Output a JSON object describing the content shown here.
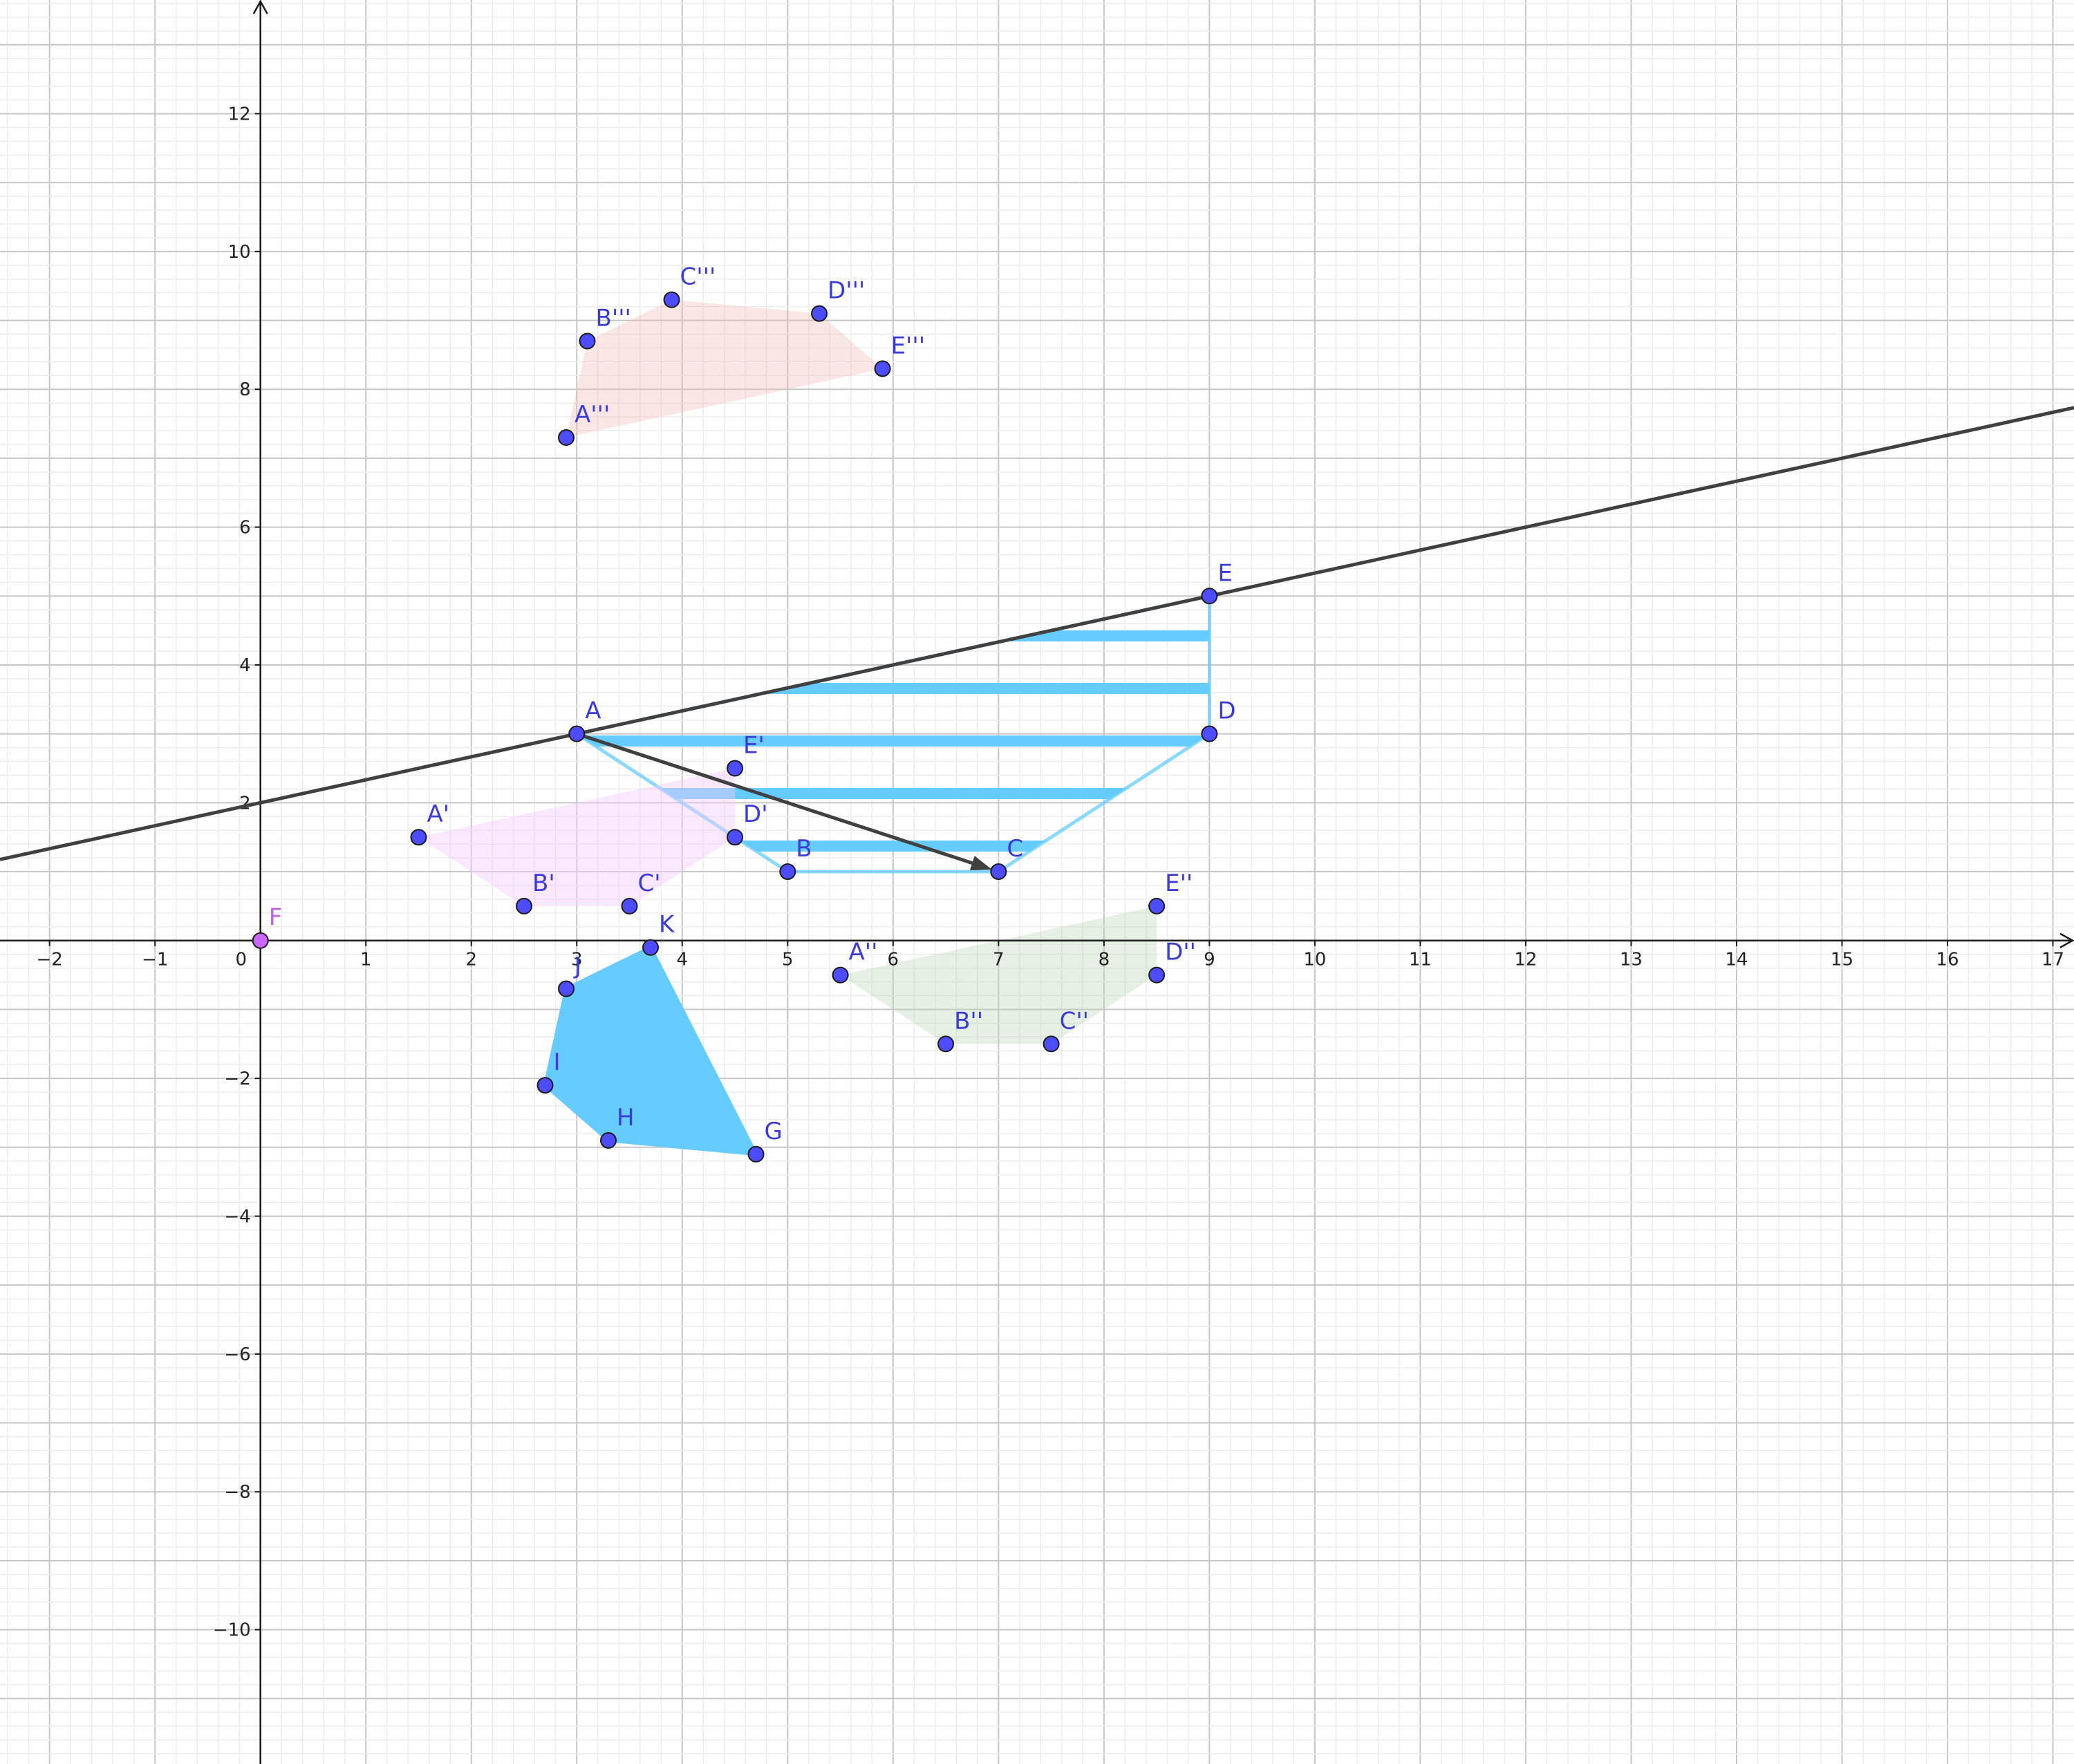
{
  "view": {
    "x_range": [
      -2.47,
      17.2
    ],
    "y_range": [
      -11.95,
      13.65
    ],
    "major_step": 1,
    "minor_step": 0.2,
    "axis_labels_every": 2,
    "x_tick_labels": [
      "−2",
      "−1",
      "0",
      "1",
      "2",
      "3",
      "4",
      "5",
      "6",
      "7",
      "8",
      "9",
      "10",
      "11",
      "12",
      "13",
      "14",
      "15",
      "16",
      "17"
    ],
    "y_tick_labels": [
      "12",
      "10",
      "8",
      "6",
      "4",
      "2",
      "−2",
      "−4",
      "−6",
      "−8",
      "−10"
    ],
    "grid": true,
    "colors": {
      "background": "#ffffff",
      "minor_grid": "#ececec",
      "major_grid": "#c6c6c6",
      "axis": "#1a1a1a",
      "line": "#404040",
      "point_fill": "#4d4dff",
      "point_stroke": "#1a1a1a",
      "point_label": "#3b3bd6",
      "special_point_fill": "#cc66ff",
      "special_point_label": "#bb66dd"
    }
  },
  "points": [
    {
      "name": "A",
      "label": "A",
      "x": 3,
      "y": 3
    },
    {
      "name": "B",
      "label": "B",
      "x": 5,
      "y": 1
    },
    {
      "name": "C",
      "label": "C",
      "x": 7,
      "y": 1
    },
    {
      "name": "D",
      "label": "D",
      "x": 9,
      "y": 3
    },
    {
      "name": "E",
      "label": "E",
      "x": 9,
      "y": 5
    },
    {
      "name": "A'",
      "label": "A'",
      "x": 1.5,
      "y": 1.5
    },
    {
      "name": "B'",
      "label": "B'",
      "x": 2.5,
      "y": 0.5
    },
    {
      "name": "C'",
      "label": "C'",
      "x": 3.5,
      "y": 0.5
    },
    {
      "name": "D'",
      "label": "D'",
      "x": 4.5,
      "y": 1.5
    },
    {
      "name": "E'",
      "label": "E'",
      "x": 4.5,
      "y": 2.5
    },
    {
      "name": "A''",
      "label": "A''",
      "x": 5.5,
      "y": -0.5
    },
    {
      "name": "B''",
      "label": "B''",
      "x": 6.5,
      "y": -1.5
    },
    {
      "name": "C''",
      "label": "C''",
      "x": 7.5,
      "y": -1.5
    },
    {
      "name": "D''",
      "label": "D''",
      "x": 8.5,
      "y": -0.5
    },
    {
      "name": "E''",
      "label": "E''",
      "x": 8.5,
      "y": 0.5
    },
    {
      "name": "A'''",
      "label": "A'''",
      "x": 2.9,
      "y": 7.3
    },
    {
      "name": "B'''",
      "label": "B'''",
      "x": 3.1,
      "y": 8.7
    },
    {
      "name": "C'''",
      "label": "C'''",
      "x": 3.9,
      "y": 9.3
    },
    {
      "name": "D'''",
      "label": "D'''",
      "x": 5.3,
      "y": 9.1
    },
    {
      "name": "E'''",
      "label": "E'''",
      "x": 5.9,
      "y": 8.3
    },
    {
      "name": "F",
      "label": "F",
      "x": 0,
      "y": 0
    },
    {
      "name": "G",
      "label": "G",
      "x": 4.7,
      "y": -3.1
    },
    {
      "name": "H",
      "label": "H",
      "x": 3.3,
      "y": -2.9
    },
    {
      "name": "I",
      "label": "I",
      "x": 2.7,
      "y": -2.1
    },
    {
      "name": "J",
      "label": "J",
      "x": 2.9,
      "y": -0.7
    },
    {
      "name": "K",
      "label": "K",
      "x": 3.7,
      "y": -0.1
    }
  ],
  "polygons": [
    {
      "name": "ABCDE",
      "vertices": [
        "A",
        "B",
        "C",
        "D",
        "E"
      ],
      "fill": "#66ccff",
      "fill_opacity": 1,
      "stroke": "#66ccff",
      "stroke_opacity": 0.75,
      "hatch": "horizontal"
    },
    {
      "name": "A'B'C'D'E'",
      "vertices": [
        "A'",
        "B'",
        "C'",
        "D'",
        "E'"
      ],
      "fill": "#f2ccff",
      "fill_opacity": 0.45,
      "stroke": "none",
      "stroke_opacity": 0
    },
    {
      "name": "A''B''C''D''E''",
      "vertices": [
        "A''",
        "B''",
        "C''",
        "D''",
        "E''"
      ],
      "fill": "#b7d3b3",
      "fill_opacity": 0.35,
      "stroke": "none",
      "stroke_opacity": 0
    },
    {
      "name": "A'''B'''C'''D'''E'''",
      "vertices": [
        "A'''",
        "B'''",
        "C'''",
        "D'''",
        "E'''"
      ],
      "fill": "#f4b7b7",
      "fill_opacity": 0.35,
      "stroke": "none",
      "stroke_opacity": 0
    },
    {
      "name": "GHIJK",
      "vertices": [
        "G",
        "H",
        "I",
        "J",
        "K"
      ],
      "fill": "#66ccff",
      "fill_opacity": 1,
      "stroke": "#66ccff",
      "stroke_opacity": 1
    }
  ],
  "lines": [
    {
      "name": "line-AE",
      "through": [
        "A",
        "E"
      ]
    }
  ],
  "vectors": [
    {
      "name": "vector-AC",
      "from": "A",
      "to": "C"
    }
  ]
}
